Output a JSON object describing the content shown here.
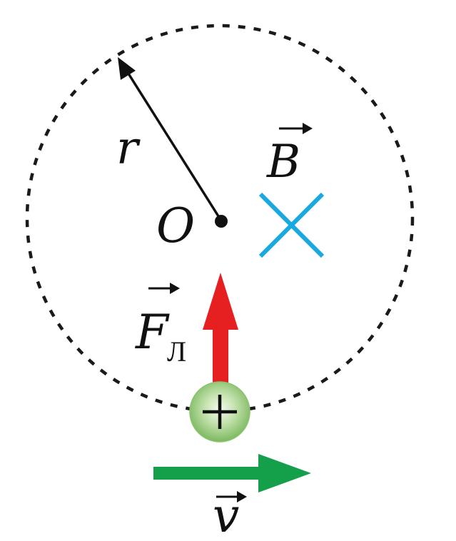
{
  "labels": {
    "radius": "r",
    "center": "O",
    "field": "B",
    "force": "F",
    "force_subscript": "Л",
    "velocity": "v",
    "charge_sign": "+"
  },
  "colors": {
    "orbit": "#1a1a1a",
    "radius_arrow": "#111111",
    "field_cross": "#19a9e1",
    "force_arrow": "#e62020",
    "velocity_arrow": "#14a04a",
    "charge_fill": "#a8d490"
  },
  "icons": {
    "field_direction": "cross-into-page-icon",
    "vector_marker": "vector-arrow-icon"
  }
}
